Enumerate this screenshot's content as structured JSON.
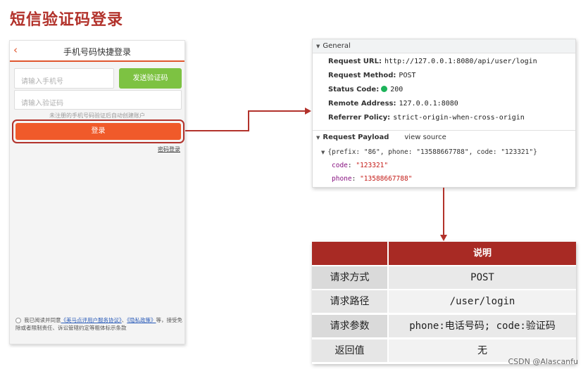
{
  "title": "短信验证码登录",
  "phone": {
    "back": "‹",
    "header_title": "手机号码快捷登录",
    "phone_placeholder": "请输入手机号",
    "send_code": "发送验证码",
    "code_placeholder": "请输入验证码",
    "hint": "未注册的手机号码验证后自动创建账户",
    "login": "登录",
    "password_login": "密码登录",
    "agree_prefix": "我已阅读并同意",
    "agree_link1": "《美马点评用户服务协议》",
    "agree_sep": "、",
    "agree_link2": "《隐私政策》",
    "agree_suffix": "等，接受免除或者限制责任、诉讼管辖约定等粗体标示条款"
  },
  "devtools": {
    "general_label": "General",
    "rows": [
      {
        "key": "Request URL:",
        "value": "http://127.0.0.1:8080/api/user/login"
      },
      {
        "key": "Request Method:",
        "value": "POST"
      },
      {
        "key": "Status Code:",
        "value": "200"
      },
      {
        "key": "Remote Address:",
        "value": "127.0.0.1:8080"
      },
      {
        "key": "Referrer Policy:",
        "value": "strict-origin-when-cross-origin"
      }
    ],
    "payload_label": "Request Payload",
    "view_source": "view source",
    "object_summary": "{prefix: \"86\", phone: \"13588667788\", code: \"123321\"}",
    "props": [
      {
        "key": "code",
        "value": "\"123321\""
      },
      {
        "key": "phone",
        "value": "\"13588667788\""
      }
    ],
    "status_color": "#1db35a"
  },
  "table": {
    "header": "说明",
    "rows": [
      {
        "key": "请求方式",
        "value": "POST"
      },
      {
        "key": "请求路径",
        "value": "/user/login"
      },
      {
        "key": "请求参数",
        "value": "phone:电话号码; code:验证码"
      },
      {
        "key": "返回值",
        "value": "无"
      }
    ]
  },
  "watermark": "CSDN @Alascanfu",
  "colors": {
    "accent_red": "#b2322b",
    "login_orange": "#f05a2a",
    "send_green": "#7dc242"
  }
}
